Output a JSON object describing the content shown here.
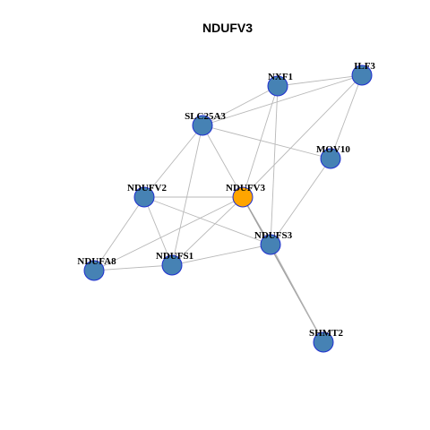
{
  "title": "NDUFV3",
  "colors": {
    "node_default": "#4682b4",
    "node_focus": "#ffa500",
    "node_border": "#1f2fd0",
    "edge": "#b8b8b8",
    "background": "#ffffff"
  },
  "nodes": [
    {
      "id": "NDUFV3",
      "label": "NDUFV3",
      "focus": true
    },
    {
      "id": "NXF1",
      "label": "NXF1"
    },
    {
      "id": "ILF3",
      "label": "ILF3"
    },
    {
      "id": "SLC25A3",
      "label": "SLC25A3"
    },
    {
      "id": "MOV10",
      "label": "MOV10"
    },
    {
      "id": "NDUFV2",
      "label": "NDUFV2"
    },
    {
      "id": "NDUFS3",
      "label": "NDUFS3"
    },
    {
      "id": "NDUFA8",
      "label": "NDUFA8"
    },
    {
      "id": "NDUFS1",
      "label": "NDUFS1"
    },
    {
      "id": "SHMT2",
      "label": "SHMT2"
    }
  ],
  "edges": [
    [
      "NXF1",
      "ILF3"
    ],
    [
      "NXF1",
      "SLC25A3"
    ],
    [
      "NXF1",
      "NDUFV3"
    ],
    [
      "NXF1",
      "NDUFS3"
    ],
    [
      "ILF3",
      "MOV10"
    ],
    [
      "ILF3",
      "NDUFV3"
    ],
    [
      "ILF3",
      "SLC25A3"
    ],
    [
      "SLC25A3",
      "MOV10"
    ],
    [
      "SLC25A3",
      "NDUFV3"
    ],
    [
      "SLC25A3",
      "NDUFV2"
    ],
    [
      "SLC25A3",
      "NDUFS1"
    ],
    [
      "MOV10",
      "NDUFS3"
    ],
    [
      "NDUFV2",
      "NDUFV3"
    ],
    [
      "NDUFV2",
      "NDUFS3"
    ],
    [
      "NDUFV2",
      "NDUFA8"
    ],
    [
      "NDUFV2",
      "NDUFS1"
    ],
    [
      "NDUFV3",
      "NDUFS3"
    ],
    [
      "NDUFV3",
      "NDUFA8"
    ],
    [
      "NDUFV3",
      "NDUFS1"
    ],
    [
      "NDUFV3",
      "SHMT2",
      "strong"
    ],
    [
      "NDUFS3",
      "NDUFS1"
    ],
    [
      "NDUFS3",
      "SHMT2"
    ],
    [
      "NDUFA8",
      "NDUFS1"
    ]
  ]
}
